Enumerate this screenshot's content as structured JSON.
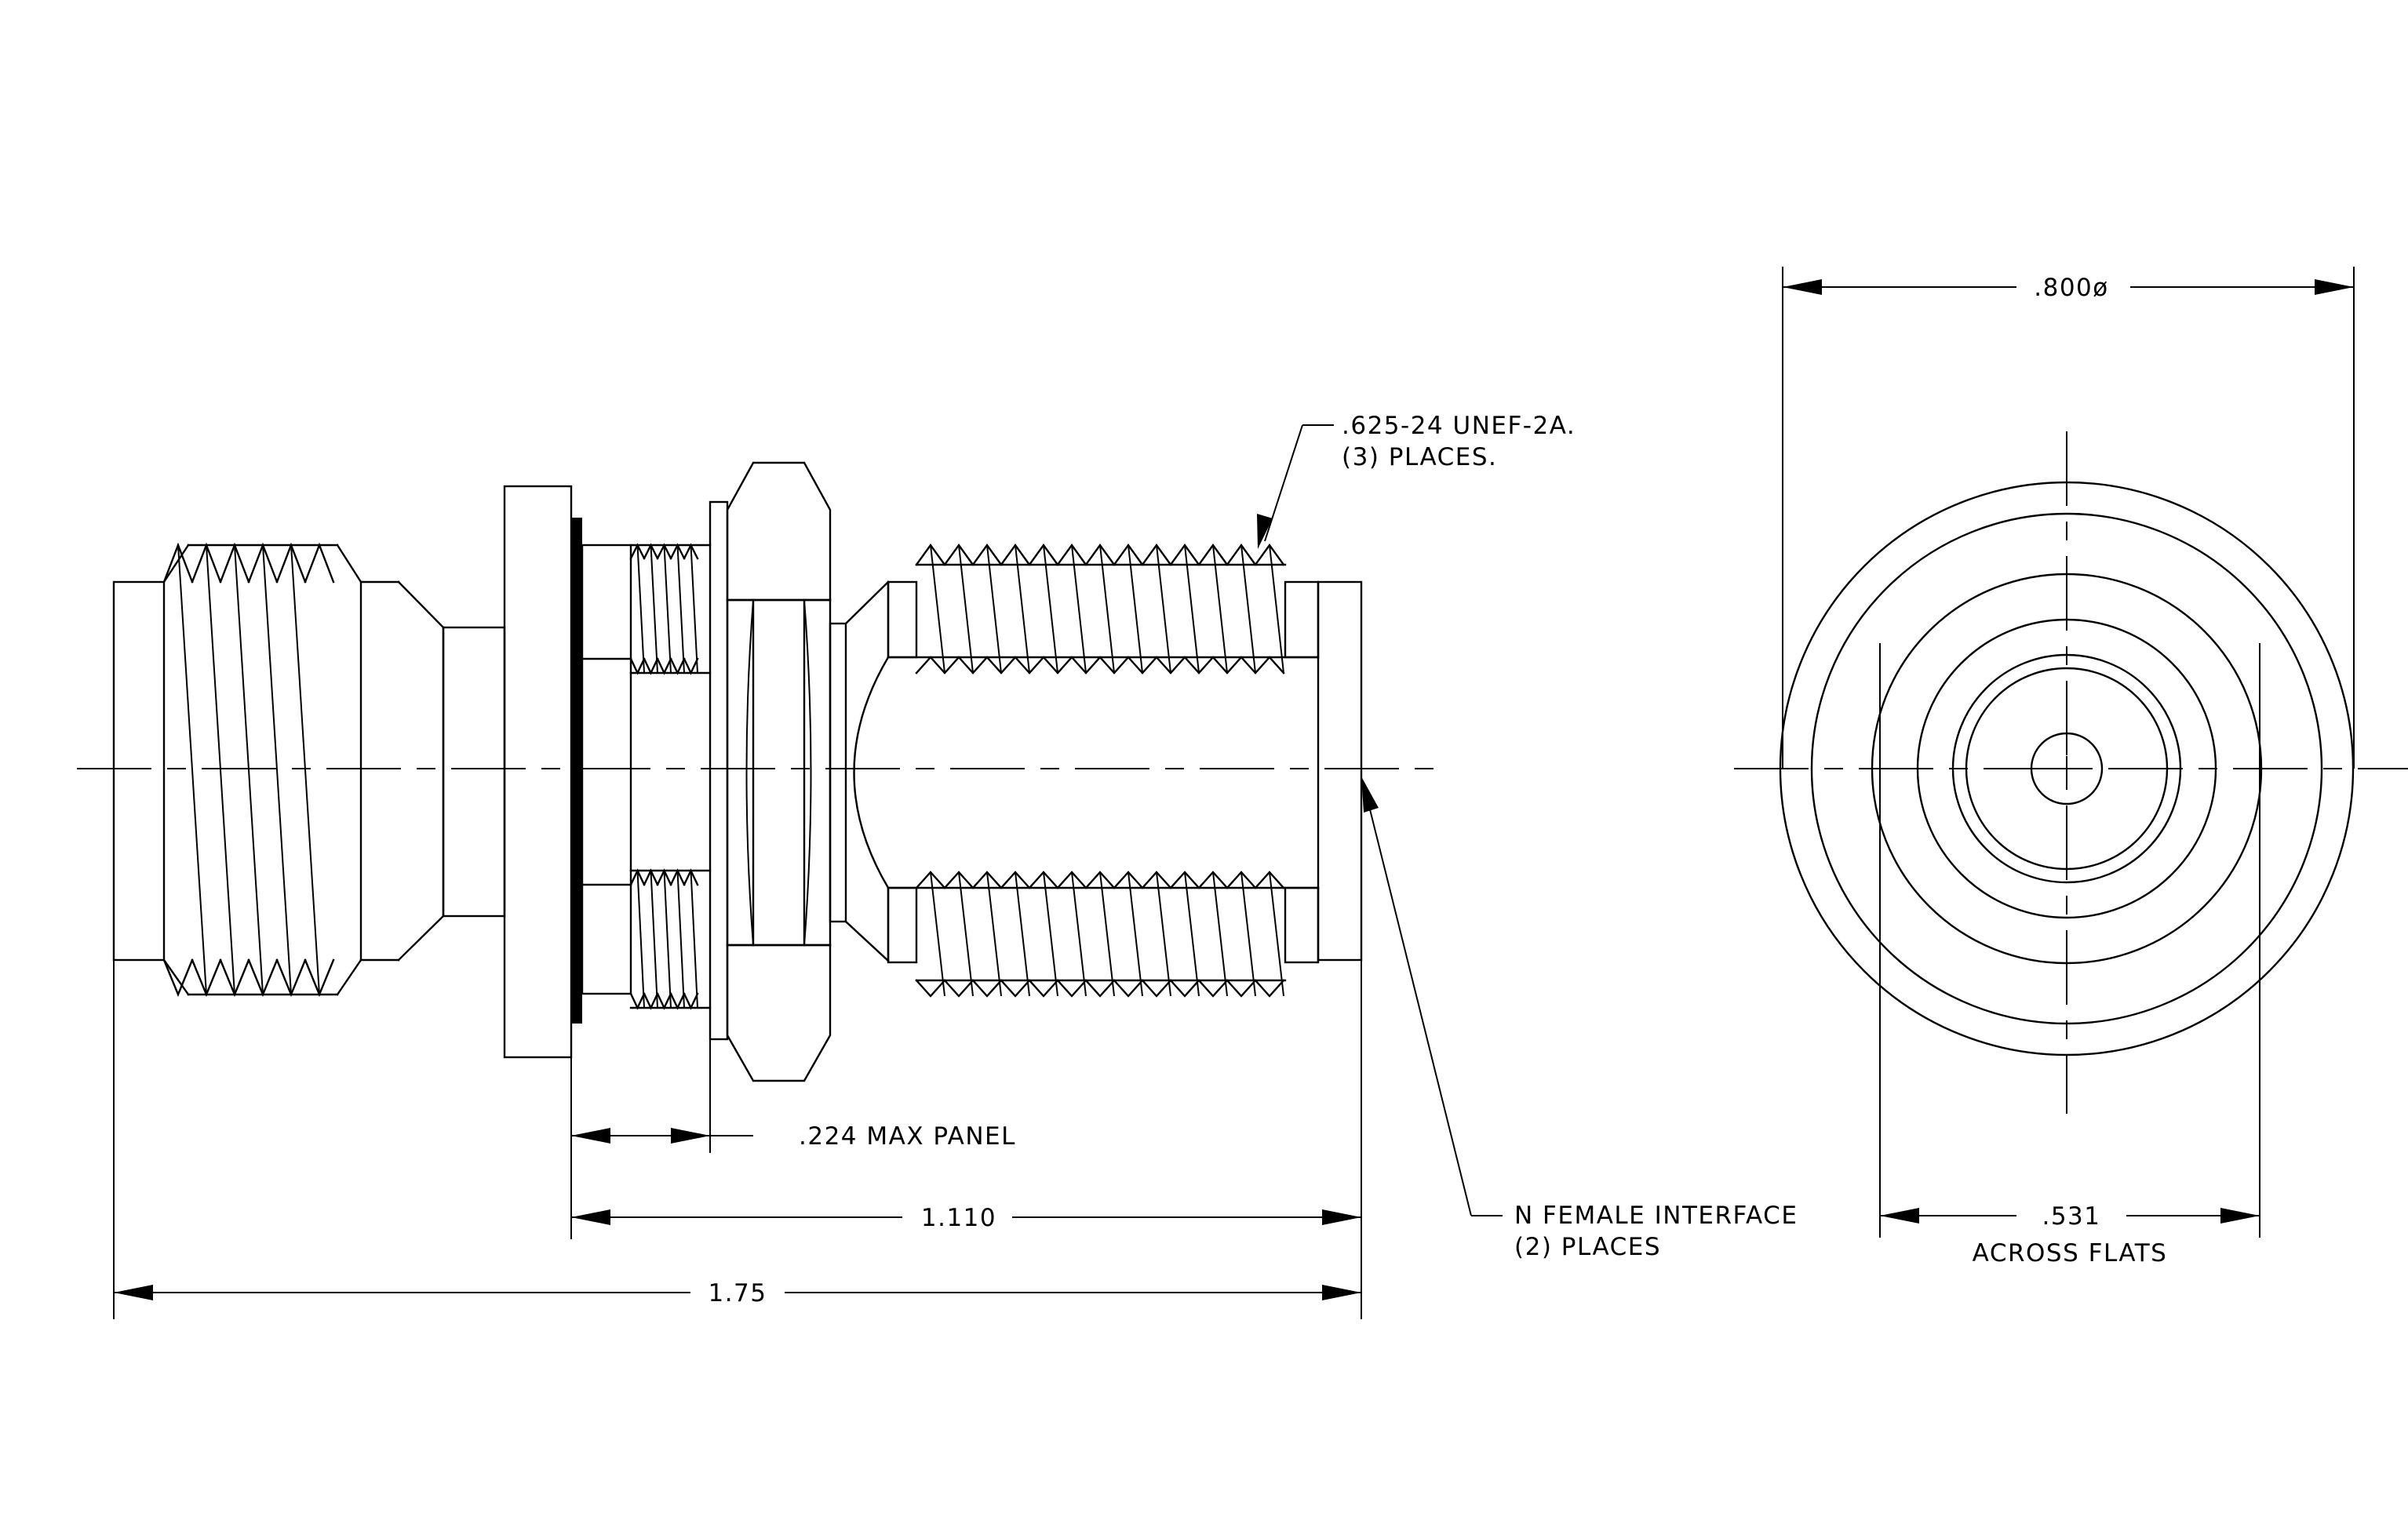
{
  "labels": {
    "thread_spec_line1": ".625-24 UNEF-2A.",
    "thread_spec_line2": "(3) PLACES.",
    "diameter": ".800ø",
    "max_panel": ".224 MAX PANEL",
    "length_mid": "1.110",
    "length_total": "1.75",
    "interface_line1": "N FEMALE INTERFACE",
    "interface_line2": "(2)  PLACES",
    "flats_value": ".531",
    "flats_caption": "ACROSS FLATS"
  },
  "colors": {
    "line": "#000000",
    "background": "#ffffff"
  }
}
